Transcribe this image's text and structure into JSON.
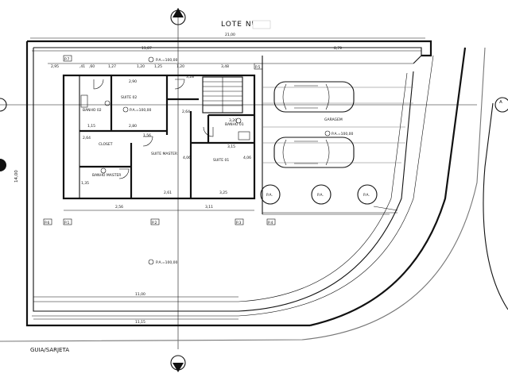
{
  "plan": {
    "title": "LOTE Nº",
    "curb_label": "GUIA/SARJETA",
    "section_marker": "A",
    "side_dimension": "14,00",
    "top_dimensions": [
      "21,00",
      "11,87",
      "8,79"
    ],
    "top_sub_dimensions": [
      "2,95",
      ",41",
      ",60",
      "1,27",
      "1,20",
      "1,25",
      "1,20",
      "3,48"
    ],
    "room_dimensions": [
      "2,90",
      "2,64",
      "2,64",
      "1,15",
      "2,80",
      "1,56",
      "2,61",
      "3,28",
      "3,20",
      "3,25",
      "3,15",
      "4,06",
      "2,56",
      "3,11",
      "4,06",
      "1,35"
    ],
    "bottom_dimensions": [
      "11,00",
      "11,15"
    ],
    "rooms": [
      "SUITE 02",
      "BANHO 02",
      "SUITE 01",
      "BANHO 01",
      "SUITE MASTER",
      "BANHO MASTER",
      "CLOSET",
      "GARAGEM"
    ],
    "tree_labels": [
      "P.A.",
      "P.A.",
      "P.A."
    ],
    "pillar_labels": [
      "P.1",
      "P.2",
      "P.3",
      "P.4",
      "P.5",
      "P.6",
      "P.7"
    ],
    "level_label": "P.A.=100,00",
    "colors": {
      "line": "#111111",
      "background": "#ffffff"
    }
  }
}
